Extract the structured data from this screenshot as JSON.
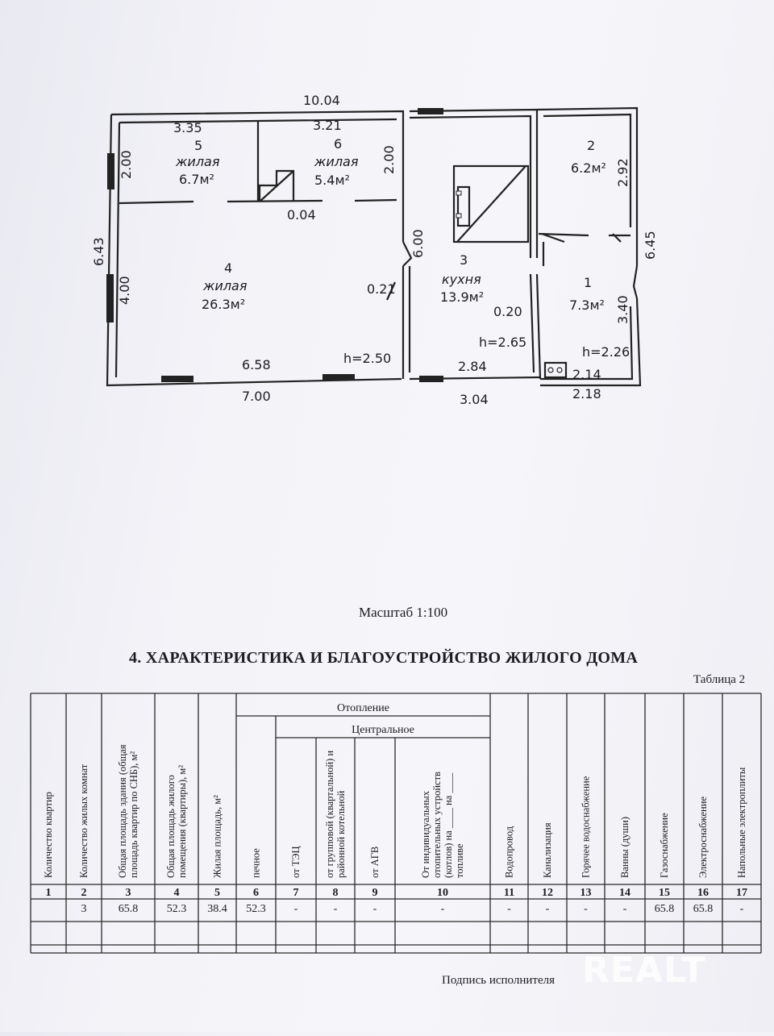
{
  "plan": {
    "overall_width": "10.04",
    "left_height": "6.43",
    "right_height": "6.45",
    "bottom_left": "7.00",
    "bottom_mid": "3.04",
    "bottom_right": "2.18",
    "rooms": [
      {
        "num": "5",
        "type": "жилая",
        "area": "6.7м²",
        "width": "3.35",
        "height": "2.00"
      },
      {
        "num": "6",
        "type": "жилая",
        "area": "5.4м²",
        "width": "3.21",
        "height": "2.00"
      },
      {
        "num": "4",
        "type": "жилая",
        "area": "26.3м²",
        "width": "6.58",
        "height": "4.00",
        "ceiling": "h=2.50"
      },
      {
        "num": "3",
        "type": "кухня",
        "area": "13.9м²",
        "width": "2.84",
        "height": "6.00",
        "ceiling": "h=2.65"
      },
      {
        "num": "2",
        "area": "6.2м²",
        "height": "2.92"
      },
      {
        "num": "1",
        "area": "7.3м²",
        "width": "2.14",
        "height": "3.40",
        "ceiling": "h=2.26"
      }
    ],
    "wall_thickness_a": "0.04",
    "wall_thickness_b": "0.21",
    "wall_thickness_c": "0.20"
  },
  "scale_label": "Масштаб  1:100",
  "section_title": "4. ХАРАКТЕРИСТИКА И БЛАГОУСТРОЙСТВО ЖИЛОГО ДОМА",
  "table_label": "Таблица 2",
  "table": {
    "group_heating": "Отопление",
    "group_central": "Центральное",
    "headers": [
      "Количество квартир",
      "Количество жилых комнат",
      "Общая площадь здания (общая площадь квартир по СНБ), м²",
      "Общая площадь жилого помещения (квартиры), м²",
      "Жилая площадь, м²",
      "печное",
      "от ТЭЦ",
      "от групповой (квартальной) и районной котельной",
      "от АГВ",
      "От индивидуальных отопительных устройств (котлов) на ____ на ____ топливе",
      "Водопровод",
      "Канализация",
      "Горячее водоснабжение",
      "Ванны (души)",
      "Газоснабжение",
      "Электроснабжение",
      "Напольные электроплиты"
    ],
    "numbers": [
      "1",
      "2",
      "3",
      "4",
      "5",
      "6",
      "7",
      "8",
      "9",
      "10",
      "11",
      "12",
      "13",
      "14",
      "15",
      "16",
      "17"
    ],
    "row1": [
      "",
      "3",
      "65.8",
      "52.3",
      "38.4",
      "52.3",
      "-",
      "-",
      "-",
      "-",
      "-",
      "-",
      "-",
      "-",
      "65.8",
      "65.8",
      "-"
    ]
  },
  "signature_label": "Подпись исполнителя",
  "watermark": "REALT"
}
